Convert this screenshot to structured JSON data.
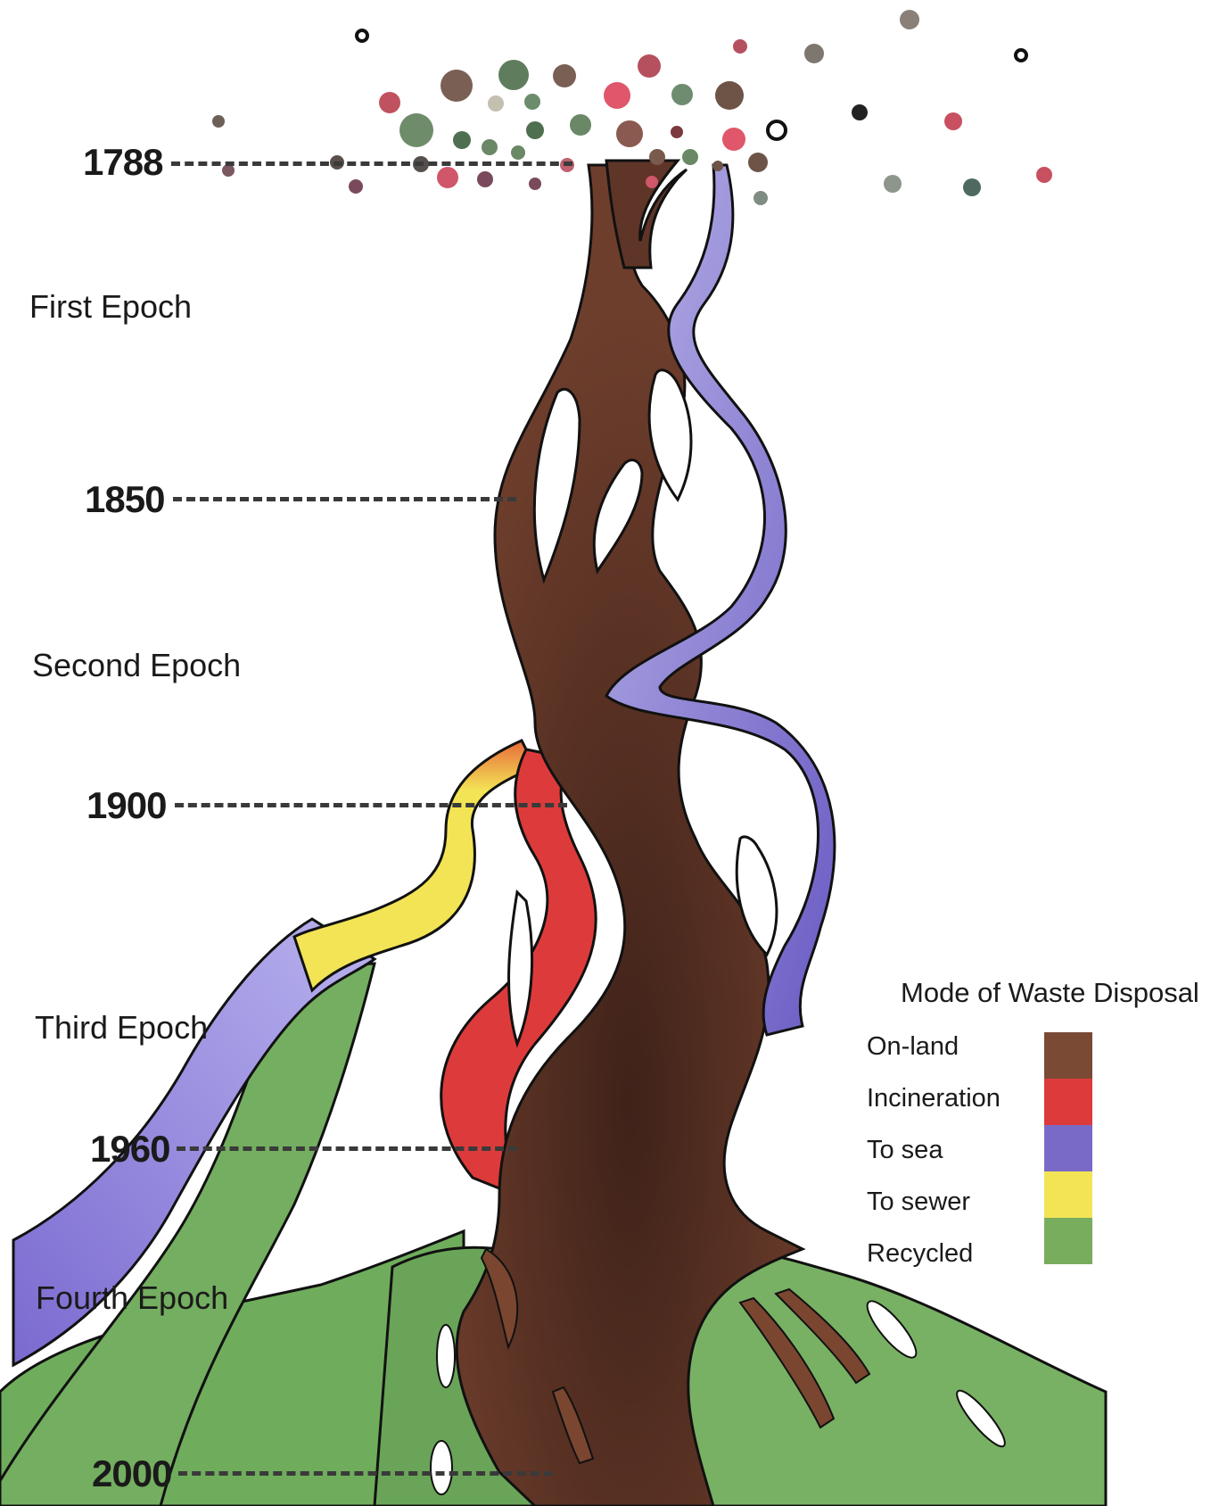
{
  "years": [
    {
      "label": "1788"
    },
    {
      "label": "1850"
    },
    {
      "label": "1900"
    },
    {
      "label": "1960"
    },
    {
      "label": "2000"
    }
  ],
  "epochs": [
    {
      "label": "First Epoch"
    },
    {
      "label": "Second Epoch"
    },
    {
      "label": "Third Epoch"
    },
    {
      "label": "Fourth Epoch"
    }
  ],
  "legend": {
    "title": "Mode of Waste Disposal",
    "items": [
      {
        "label": "On-land",
        "color": "#7a4a35"
      },
      {
        "label": "Incineration",
        "color": "#dd3b3b"
      },
      {
        "label": "To sea",
        "color": "#7a6ac8"
      },
      {
        "label": "To sewer",
        "color": "#f2e455"
      },
      {
        "label": "Recycled",
        "color": "#78ad5e"
      }
    ]
  },
  "colors": {
    "on_land": "#6e3e2c",
    "on_land_dark": "#4a2a20",
    "incineration": "#dd3b3b",
    "to_sea": "#7a6ac8",
    "to_sewer": "#f2e455",
    "recycled": "#6fad5c"
  }
}
